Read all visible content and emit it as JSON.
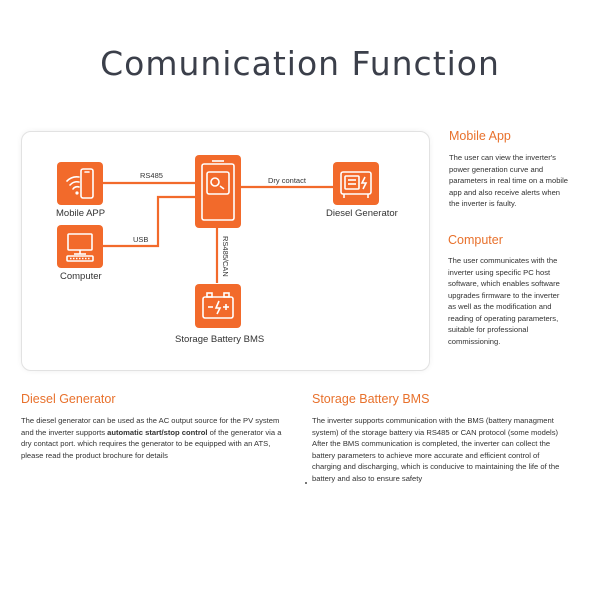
{
  "title": "Comunication Function",
  "diagram": {
    "nodes": {
      "mobile": {
        "label": "Mobile APP",
        "icon": "mobile-wifi-icon"
      },
      "computer": {
        "label": "Computer",
        "icon": "computer-icon"
      },
      "inverter": {
        "label": "",
        "icon": "inverter-icon"
      },
      "diesel": {
        "label": "Diesel Generator",
        "icon": "generator-icon"
      },
      "battery": {
        "label": "Storage Battery BMS",
        "icon": "battery-icon"
      }
    },
    "links": {
      "rs485": "RS485",
      "usb": "USB",
      "dry_contact": "Dry contact",
      "rs485_can": "RS485/CAN"
    },
    "colors": {
      "accent": "#f26a2b",
      "line": "#f26a2b"
    }
  },
  "sections": {
    "mobile_app": {
      "heading": "Mobile App",
      "lines": [
        "The user can view the inverter's",
        "power generation curve and",
        "parameters in real time on a mobile",
        "app and also receive alerts when",
        "the inverter is faulty."
      ]
    },
    "computer": {
      "heading": "Computer",
      "lines": [
        "The user communicates with the",
        "inverter using specific PC host",
        "software, which enables software",
        "upgrades firmware to the inverter",
        "as well as the modification and",
        "reading of operating parameters,",
        "suitable for professional",
        "commissioning."
      ]
    },
    "diesel": {
      "heading": "Diesel Generator",
      "line1": "The diesel generator can be used as the AC output source for the PV system",
      "line2_pre": "and the inverter supports ",
      "line2_bold": "automatic start/stop control",
      "line2_post": " of the generator via a",
      "line3": "dry contact port. which requires the generator to be equipped with an ATS,",
      "line4": "please read the product brochure for details"
    },
    "bms": {
      "heading": "Storage Battery BMS",
      "lines": [
        "The inverter supports communication with the BMS (battery managment",
        "system) of the storage battery via RS485 or CAN protocol (some models)",
        "After the BMS communication is completed, the inverter can collect the",
        "battery parameters to achieve more accurate and efficient control of",
        "charging and discharging, which is conducive to maintaining the life of the",
        "battery and also to ensure safety"
      ]
    }
  }
}
